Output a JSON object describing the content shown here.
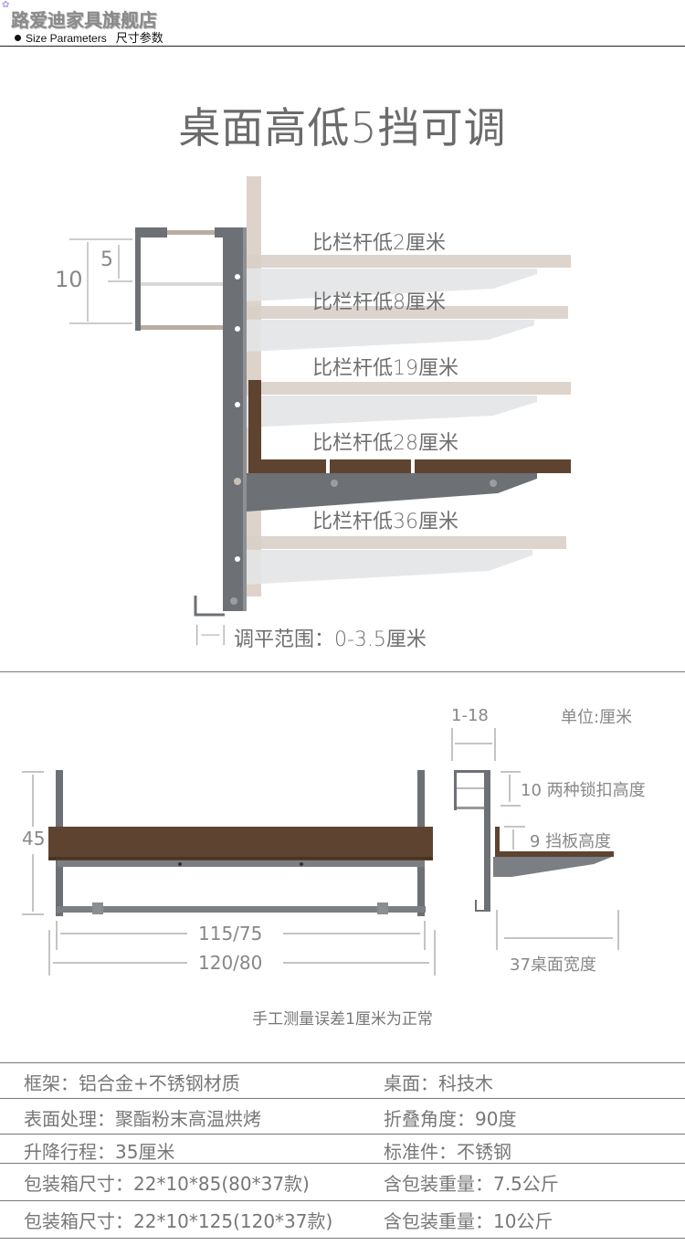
{
  "header": {
    "store_name": "路爱迪家具旗舰店",
    "section_label_en": "Size Parameters",
    "section_label_cn": "尺寸参数"
  },
  "diagram_top": {
    "title": "桌面高低5挡可调",
    "railing_dims": {
      "outer": "10",
      "inner": "5"
    },
    "positions": [
      {
        "label": "比栏杆低2厘米",
        "state": "ghost"
      },
      {
        "label": "比栏杆低8厘米",
        "state": "ghost"
      },
      {
        "label": "比栏杆低19厘米",
        "state": "ghost"
      },
      {
        "label": "比栏杆低28厘米",
        "state": "active"
      },
      {
        "label": "比栏杆低36厘米",
        "state": "ghost"
      }
    ],
    "leveling_icon": "|—|",
    "leveling_text": "调平范围：0-3.5厘米"
  },
  "diagram_bottom": {
    "unit_label": "单位:厘米",
    "height_dim": "45",
    "inner_width_dim": "115/75",
    "outer_width_dim": "120/80",
    "clamp_range_dim": "1-18",
    "lock_height": "10 两种锁扣高度",
    "baffle_height": "9 挡板高度",
    "depth_dim": "37桌面宽度"
  },
  "note": "手工测量误差1厘米为正常",
  "specs": [
    {
      "left": "框架：铝合金+不锈钢材质",
      "right": "桌面：科技木"
    },
    {
      "left": "表面处理：聚酯粉末高温烘烤",
      "right": "折叠角度：90度"
    },
    {
      "left": "升降行程：35厘米",
      "right": "标准件：不锈钢"
    },
    {
      "left": "包装箱尺寸：22*10*85(80*37款)",
      "right": "含包装重量：7.5公斤"
    },
    {
      "left": "包装箱尺寸：22*10*125(120*37款)",
      "right": "含包装重量：10公斤"
    }
  ],
  "colors": {
    "wood": "#5e4430",
    "wood_ghost": "#d9d0c8",
    "frame": "#6d7075",
    "frame_ghost": "#e3e4e6",
    "text": "#777777"
  }
}
